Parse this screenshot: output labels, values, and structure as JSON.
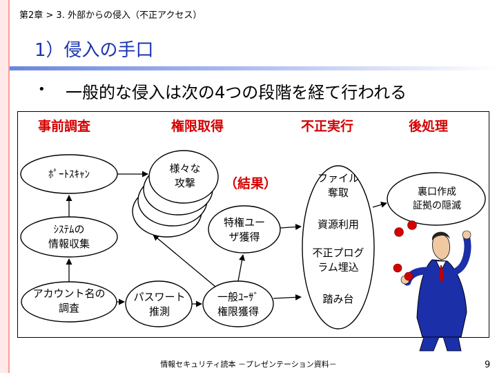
{
  "breadcrumb": "第2章 > 3. 外部からの侵入（不正アクセス）",
  "title": "1）侵入の手口",
  "bullet_text": "一般的な侵入は次の4つの段階を経て行われる",
  "stages": [
    "事前調査",
    "権限取得",
    "不正実行",
    "後処理"
  ],
  "nodes": {
    "port_scan": "ﾎﾟｰﾄｽｷｬﾝ",
    "system_info": [
      "ｼｽﾃﾑの",
      "情報収集"
    ],
    "account_name": [
      "アカウント名の",
      "調査"
    ],
    "various_attacks": [
      "様々な",
      "攻撃"
    ],
    "result": "（結果）",
    "privilege_user": [
      "特権ユー",
      "ザ獲得"
    ],
    "password": [
      "パスワート",
      "推測"
    ],
    "general_user": [
      "一般ﾕｰｻﾞ",
      "権限獲得"
    ],
    "file_steal": [
      "ファイル",
      "奪取"
    ],
    "resource_use": "資源利用",
    "illegal_program": [
      "不正プログ",
      "ラム埋込"
    ],
    "stepping_stone": "踏み台",
    "backdoor": [
      "裏口作成",
      "証拠の隠滅"
    ]
  },
  "footer": "情報セキュリティ読本 －プレゼンテーション資料－",
  "page_number": "9",
  "colors": {
    "stage_red": "#d40000",
    "title_blue": "#1a35b0"
  }
}
